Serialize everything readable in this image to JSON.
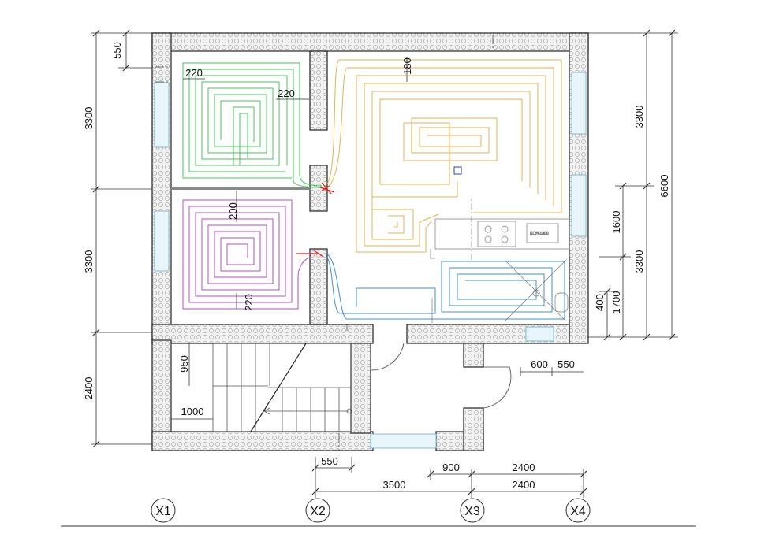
{
  "plan": {
    "dims_left": {
      "d550": "550",
      "d3300_top": "3300",
      "d3300_mid": "3300",
      "d2400": "2400"
    },
    "dims_right": {
      "d3300": "3300",
      "d6600": "6600",
      "d1600": "1600",
      "d3300_b": "3300",
      "d400": "400",
      "d1700": "1700"
    },
    "dims_bottom": {
      "d550": "550",
      "d900": "900",
      "d2400_a": "2400",
      "d3500": "3500",
      "d2400_b": "2400"
    },
    "dims_inner": {
      "d220_a": "220",
      "d220_b": "220",
      "d180": "180",
      "d200": "200",
      "d220_c": "220",
      "d950": "950",
      "d1000": "1000",
      "d600": "600",
      "d550": "550"
    },
    "axes": [
      "X1",
      "X2",
      "X3",
      "X4"
    ]
  },
  "colors": {
    "circuit_green": "#43c45a",
    "circuit_purple": "#b54fc9",
    "circuit_yellow": "#e0b34c",
    "circuit_blue": "#3f8fcf",
    "manifold_red": "#e02020",
    "window_blue": "#6aaec8"
  }
}
